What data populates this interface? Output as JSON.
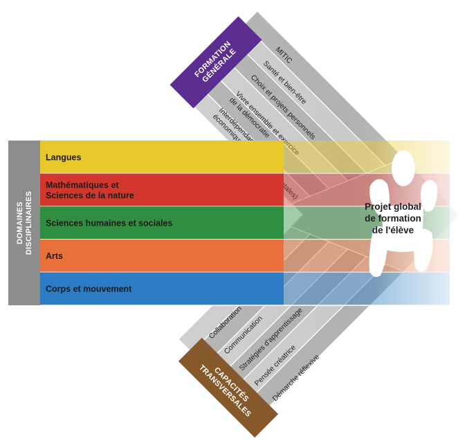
{
  "domaines": {
    "title_lines": [
      "DOMAINES",
      "DISCIPLINAIRES"
    ],
    "color": "#8c8c8c",
    "bands": [
      {
        "lines": [
          "Langues"
        ],
        "color": "#e9c82c"
      },
      {
        "lines": [
          "Mathématiques et",
          "Sciences de la nature"
        ],
        "color": "#d1372c"
      },
      {
        "lines": [
          "Sciences humaines et sociales"
        ],
        "color": "#2f8e3f"
      },
      {
        "lines": [
          "Arts"
        ],
        "color": "#e8703a"
      },
      {
        "lines": [
          "Corps et mouvement"
        ],
        "color": "#2b7cc4"
      }
    ]
  },
  "formation_generale": {
    "title_lines": [
      "FORMATION",
      "GÉNÉRALE"
    ],
    "color": "#5b2d8e",
    "items": [
      {
        "lines": [
          "MITIC"
        ]
      },
      {
        "lines": [
          "Santé et bien-être"
        ]
      },
      {
        "lines": [
          "Choix et projets personnels"
        ]
      },
      {
        "lines": [
          "Vivre ensemble et exercice",
          "de la démocratie"
        ]
      },
      {
        "lines": [
          "Interdépendances (sociales,",
          "économiques et environnementales)"
        ]
      }
    ]
  },
  "capacites_transversales": {
    "title_lines": [
      "CAPACITÉS",
      "TRANSVERSALES"
    ],
    "color": "#86592a",
    "items": [
      {
        "label": "Collaboration"
      },
      {
        "label": "Communication"
      },
      {
        "label": "Stratégies d'apprentissage"
      },
      {
        "label": "Pensée créatrice"
      },
      {
        "label": "Démarche réflexive"
      }
    ]
  },
  "center": {
    "lines": [
      "Projet global",
      "de formation",
      "de l'élève"
    ],
    "figure_color": "#ffffff"
  },
  "colors": {
    "arrow_gray": "#b9b9b9",
    "stripe_light": "#d6d6d6",
    "stripe_dark": "#a7a7a7"
  }
}
